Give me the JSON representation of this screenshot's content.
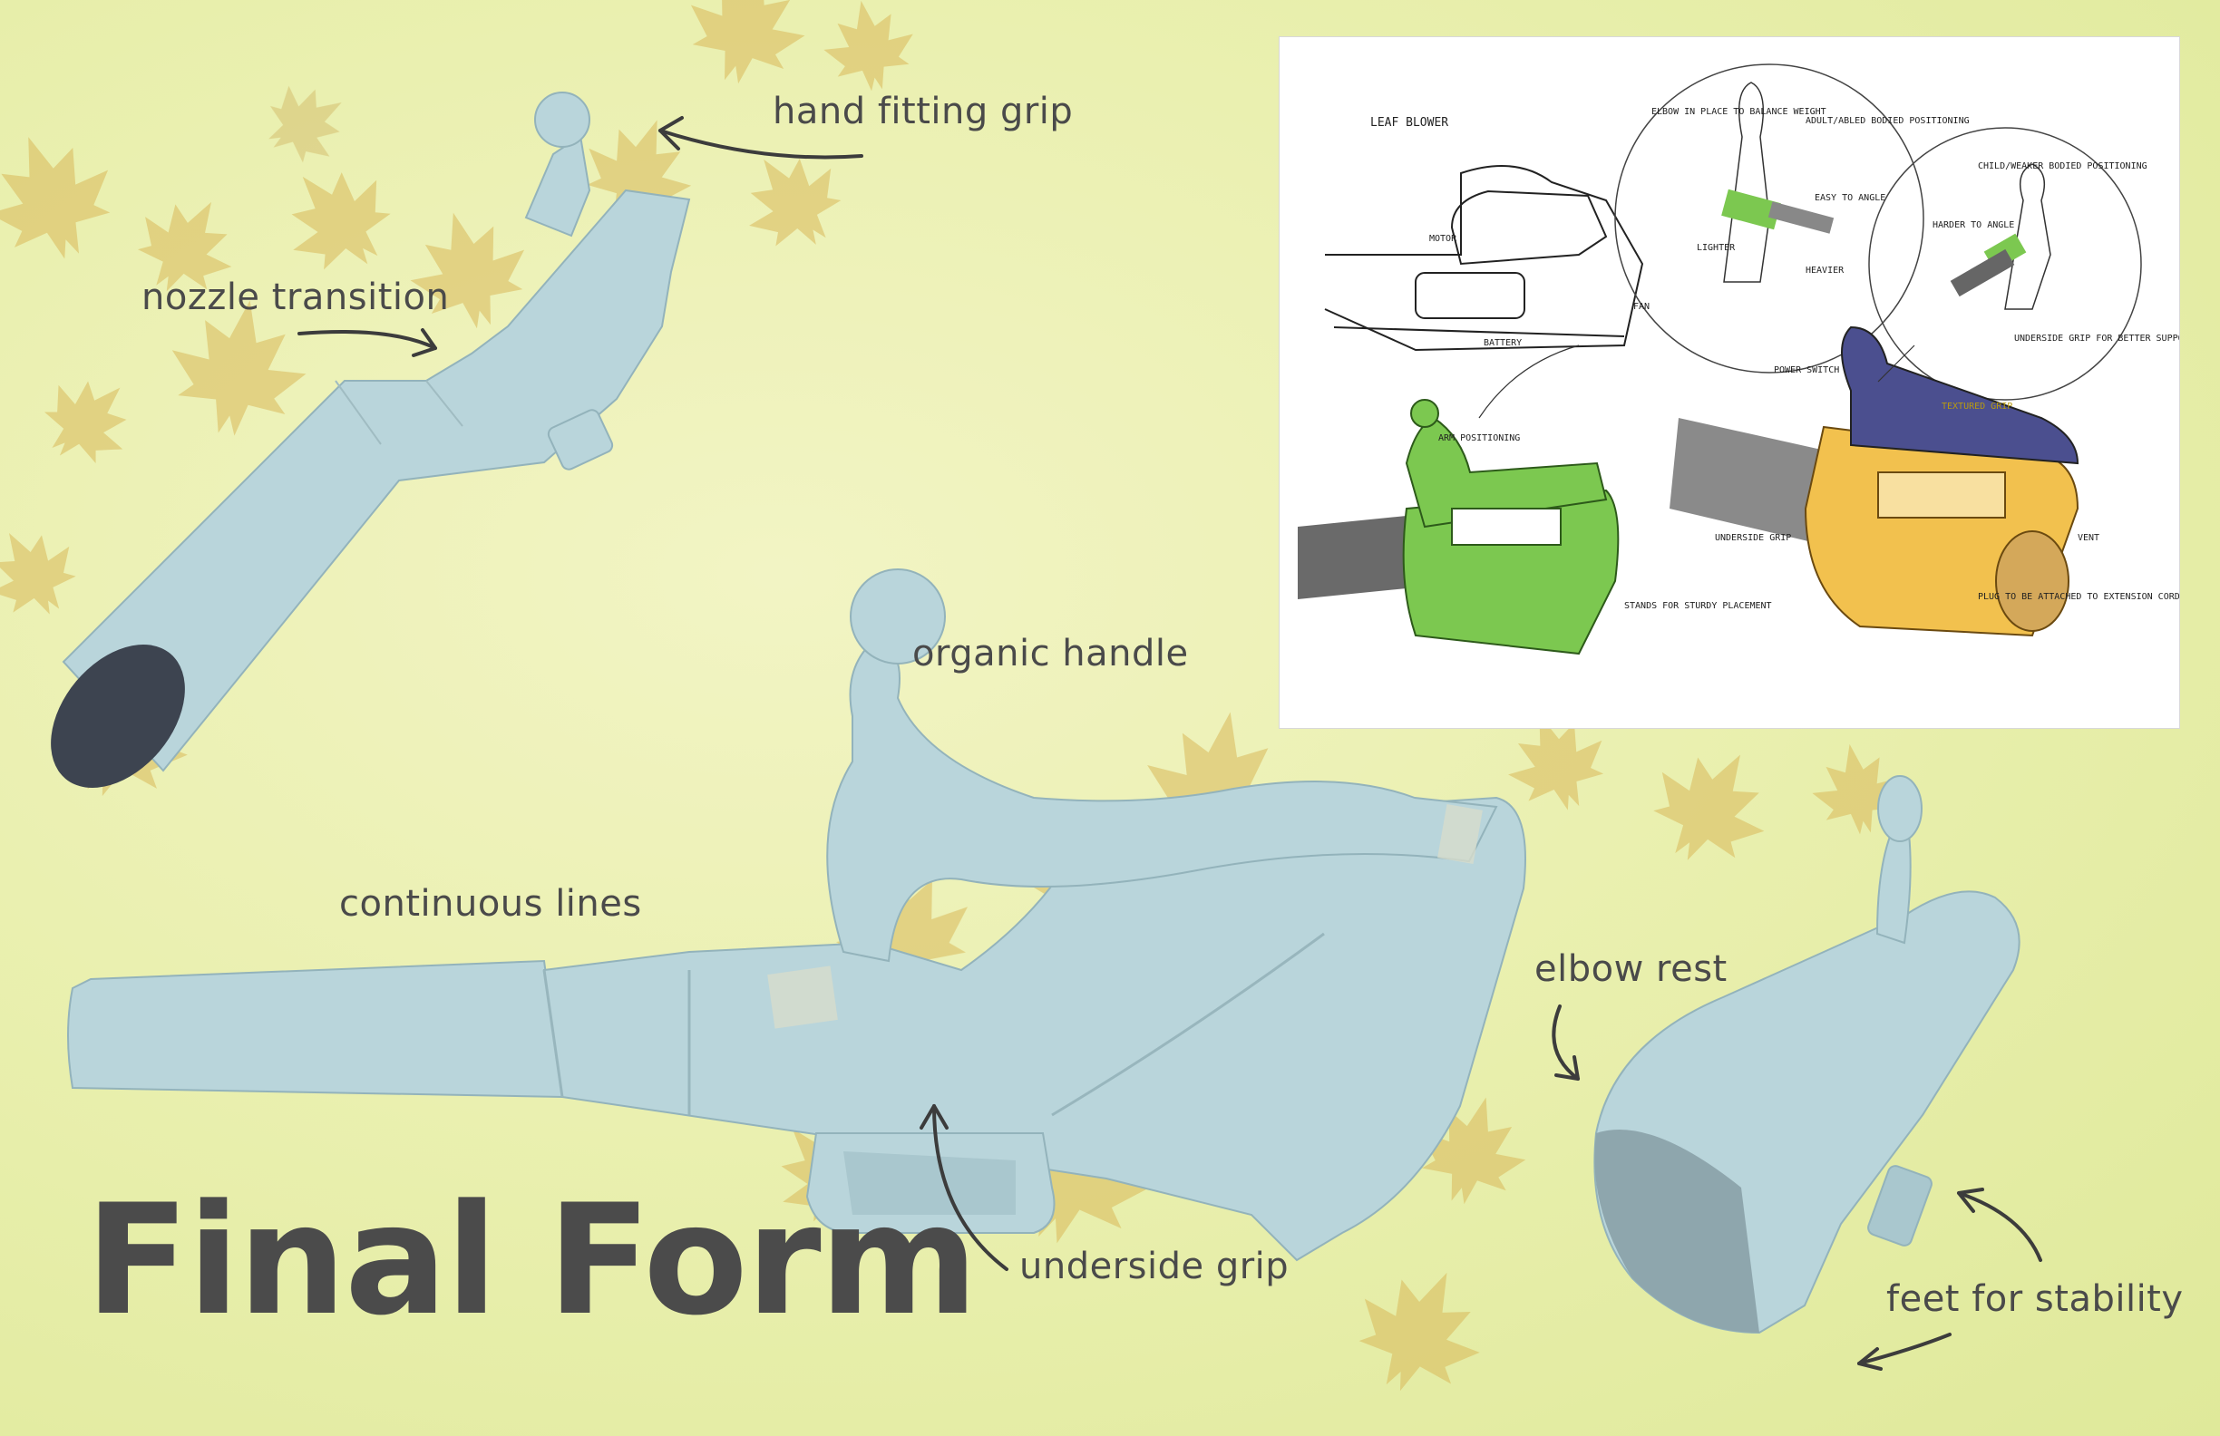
{
  "title": "Final Form",
  "labels": {
    "hand_fitting_grip": "hand fitting grip",
    "nozzle_transition": "nozzle transition",
    "organic_handle": "organic handle",
    "continuous_lines": "continuous lines",
    "elbow_rest": "elbow rest",
    "underside_grip": "underside grip",
    "feet_for_stability": "feet for stability"
  },
  "sketch": {
    "title": "LEAF BLOWER",
    "notes": {
      "elbow": "ELBOW IN PLACE TO BALANCE WEIGHT",
      "adult": "ADULT/ABLED BODIED POSITIONING",
      "easy_angle": "EASY TO ANGLE",
      "lighter": "LIGHTER",
      "heavier": "HEAVIER",
      "child": "CHILD/WEAKER BODIED POSITIONING",
      "harder": "HARDER TO ANGLE",
      "underside_support": "UNDERSIDE GRIP FOR BETTER SUPPORT",
      "motor": "MOTOR",
      "battery": "BATTERY",
      "fan": "FAN",
      "power_switch": "POWER SWITCH",
      "textured_grip": "TEXTURED GRIP",
      "arm_positioning": "ARM POSITIONING",
      "underside_grip": "UNDERSIDE GRIP",
      "vent": "VENT",
      "stands": "STANDS FOR STURDY PLACEMENT",
      "plug": "PLUG TO BE ATTACHED TO EXTENSION CORD"
    }
  },
  "colors": {
    "foam_blue": "#b9d5db",
    "leaf_gold": "#d9b95a",
    "sketch_green": "#7cc850",
    "sketch_yellow": "#f2c14e",
    "sketch_purple": "#4b4f8f"
  }
}
